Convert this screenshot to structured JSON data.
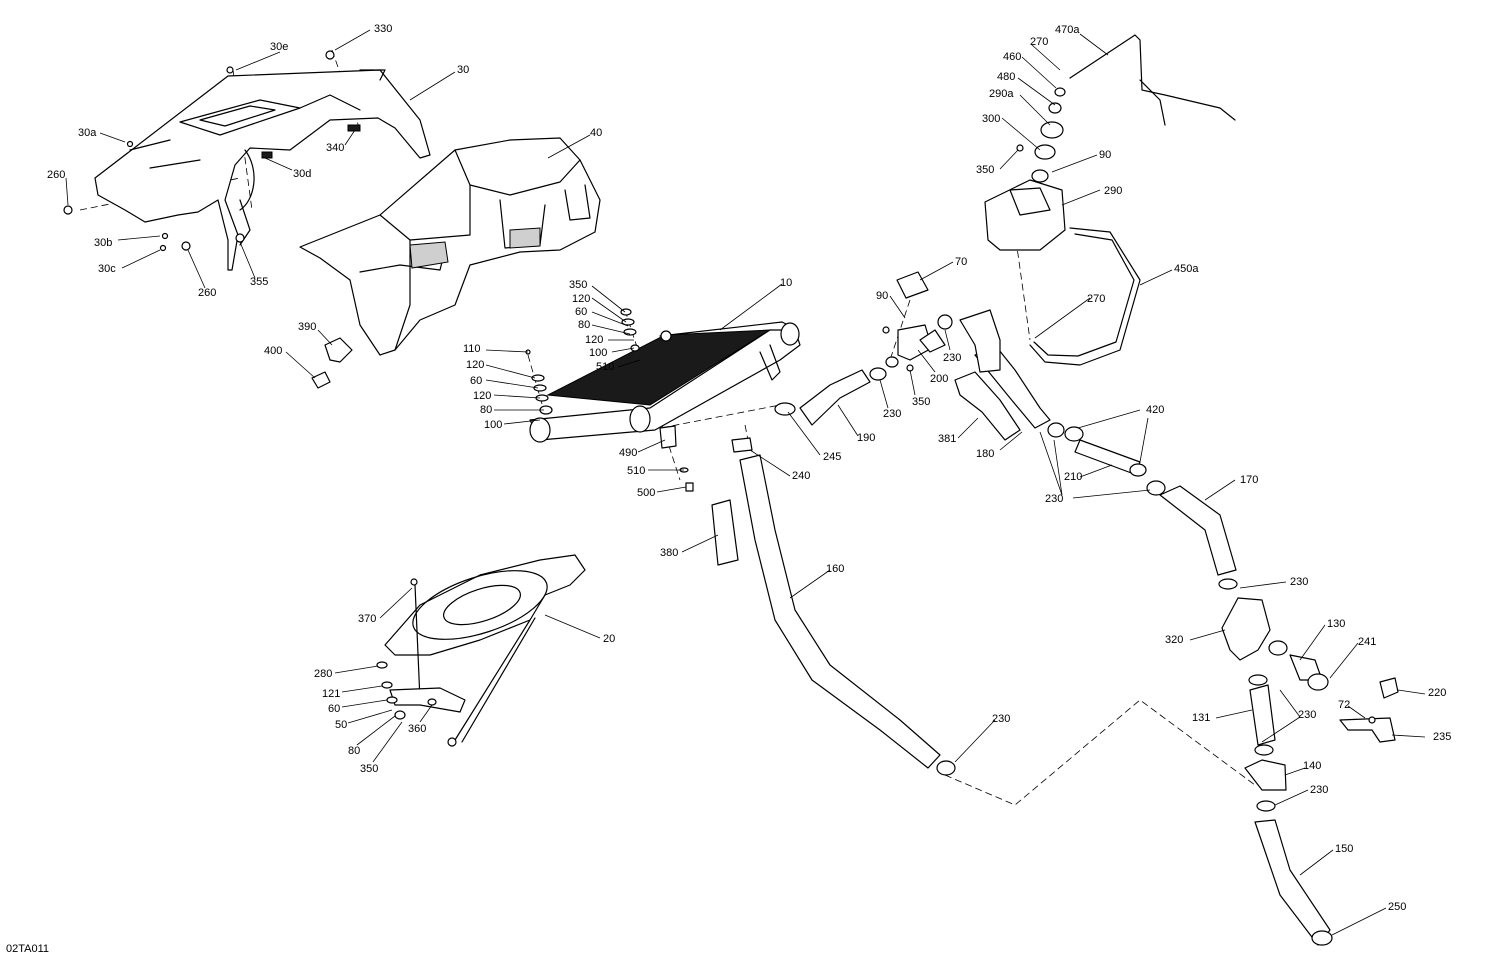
{
  "diagram_code": "02TA011",
  "callouts": [
    {
      "id": "c330",
      "text": "330"
    },
    {
      "id": "c30e",
      "text": "30e"
    },
    {
      "id": "c30",
      "text": "30"
    },
    {
      "id": "c30a",
      "text": "30a"
    },
    {
      "id": "c260a",
      "text": "260"
    },
    {
      "id": "c340",
      "text": "340"
    },
    {
      "id": "c30d",
      "text": "30d"
    },
    {
      "id": "c40",
      "text": "40"
    },
    {
      "id": "c30b",
      "text": "30b"
    },
    {
      "id": "c30c",
      "text": "30c"
    },
    {
      "id": "c260b",
      "text": "260"
    },
    {
      "id": "c355",
      "text": "355"
    },
    {
      "id": "c390",
      "text": "390"
    },
    {
      "id": "c400",
      "text": "400"
    },
    {
      "id": "c10",
      "text": "10"
    },
    {
      "id": "c350a",
      "text": "350"
    },
    {
      "id": "c120a",
      "text": "120"
    },
    {
      "id": "c60a",
      "text": "60"
    },
    {
      "id": "c80a",
      "text": "80"
    },
    {
      "id": "c120b",
      "text": "120"
    },
    {
      "id": "c100a",
      "text": "100"
    },
    {
      "id": "c510a",
      "text": "510"
    },
    {
      "id": "c110",
      "text": "110"
    },
    {
      "id": "c120c",
      "text": "120"
    },
    {
      "id": "c60b",
      "text": "60"
    },
    {
      "id": "c120d",
      "text": "120"
    },
    {
      "id": "c80b",
      "text": "80"
    },
    {
      "id": "c100b",
      "text": "100"
    },
    {
      "id": "c490",
      "text": "490"
    },
    {
      "id": "c510b",
      "text": "510"
    },
    {
      "id": "c500",
      "text": "500"
    },
    {
      "id": "c240",
      "text": "240"
    },
    {
      "id": "c245",
      "text": "245"
    },
    {
      "id": "c190",
      "text": "190"
    },
    {
      "id": "c380",
      "text": "380"
    },
    {
      "id": "c160",
      "text": "160"
    },
    {
      "id": "c470a",
      "text": "470a"
    },
    {
      "id": "c270a",
      "text": "270"
    },
    {
      "id": "c460",
      "text": "460"
    },
    {
      "id": "c480",
      "text": "480"
    },
    {
      "id": "c290a",
      "text": "290a"
    },
    {
      "id": "c300",
      "text": "300"
    },
    {
      "id": "c350b",
      "text": "350"
    },
    {
      "id": "c90a",
      "text": "90"
    },
    {
      "id": "c290",
      "text": "290"
    },
    {
      "id": "c70",
      "text": "70"
    },
    {
      "id": "c90b",
      "text": "90"
    },
    {
      "id": "c450a",
      "text": "450a"
    },
    {
      "id": "c270b",
      "text": "270"
    },
    {
      "id": "c230a",
      "text": "230"
    },
    {
      "id": "c200",
      "text": "200"
    },
    {
      "id": "c350c",
      "text": "350"
    },
    {
      "id": "c230b",
      "text": "230"
    },
    {
      "id": "c381",
      "text": "381"
    },
    {
      "id": "c180",
      "text": "180"
    },
    {
      "id": "c420",
      "text": "420"
    },
    {
      "id": "c210",
      "text": "210"
    },
    {
      "id": "c230c",
      "text": "230"
    },
    {
      "id": "c170",
      "text": "170"
    },
    {
      "id": "c230d",
      "text": "230"
    },
    {
      "id": "c320",
      "text": "320"
    },
    {
      "id": "c130",
      "text": "130"
    },
    {
      "id": "c241",
      "text": "241"
    },
    {
      "id": "c220",
      "text": "220"
    },
    {
      "id": "c72",
      "text": "72"
    },
    {
      "id": "c235",
      "text": "235"
    },
    {
      "id": "c131",
      "text": "131"
    },
    {
      "id": "c230e",
      "text": "230"
    },
    {
      "id": "c140",
      "text": "140"
    },
    {
      "id": "c230f",
      "text": "230"
    },
    {
      "id": "c150",
      "text": "150"
    },
    {
      "id": "c250",
      "text": "250"
    },
    {
      "id": "c230g",
      "text": "230"
    },
    {
      "id": "c370",
      "text": "370"
    },
    {
      "id": "c20",
      "text": "20"
    },
    {
      "id": "c280",
      "text": "280"
    },
    {
      "id": "c121",
      "text": "121"
    },
    {
      "id": "c60c",
      "text": "60"
    },
    {
      "id": "c50",
      "text": "50"
    },
    {
      "id": "c360",
      "text": "360"
    },
    {
      "id": "c80c",
      "text": "80"
    },
    {
      "id": "c350d",
      "text": "350"
    }
  ]
}
